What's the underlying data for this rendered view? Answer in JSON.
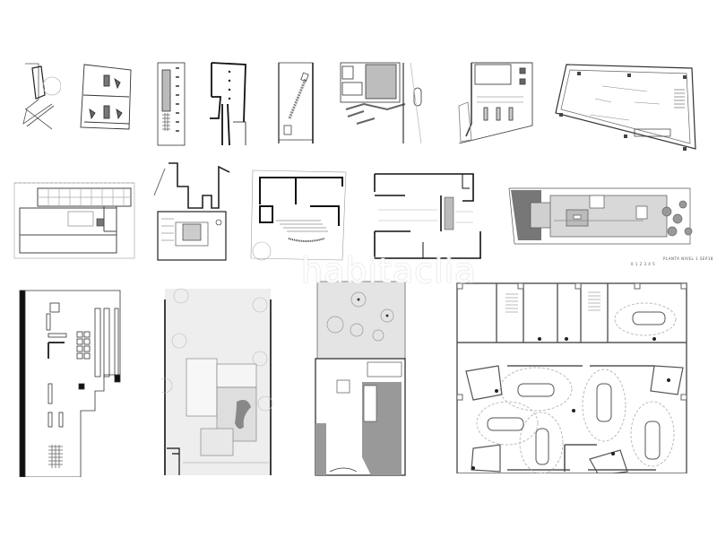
{
  "collage": {
    "title": "",
    "background": "#ffffff",
    "watermark": "habitaclia",
    "rows": [
      {
        "row": 1,
        "plans": [
          {
            "id": "p1",
            "kind": "triangular-lot"
          },
          {
            "id": "p2",
            "kind": "two-room-showroom"
          },
          {
            "id": "p3",
            "kind": "narrow-long-with-stairs"
          },
          {
            "id": "p4",
            "kind": "thick-wall-narrow-shop"
          },
          {
            "id": "p5",
            "kind": "long-gallery-diagonal-counter"
          },
          {
            "id": "p6",
            "kind": "shop-with-hatched-zones"
          },
          {
            "id": "p7",
            "kind": "corner-shop"
          },
          {
            "id": "p8",
            "kind": "trapezoid-showroom"
          }
        ]
      },
      {
        "row": 2,
        "plans": [
          {
            "id": "p9",
            "kind": "grid-office"
          },
          {
            "id": "p10",
            "kind": "irregular-house"
          },
          {
            "id": "p11",
            "kind": "site-plan-terraces"
          },
          {
            "id": "p12",
            "kind": "two-storey-house"
          },
          {
            "id": "p13",
            "kind": "residence-with-garden",
            "caption": "PLANTA NIVEL 1 SEP18",
            "scale_label": "0 1 2 3 4 5"
          }
        ]
      },
      {
        "row": 3,
        "plans": [
          {
            "id": "p14",
            "kind": "retail-store-l-shape"
          },
          {
            "id": "p15",
            "kind": "house-with-pool-garden"
          },
          {
            "id": "p16",
            "kind": "townhouse-with-garden"
          },
          {
            "id": "p17",
            "kind": "car-showroom",
            "cars": 6
          }
        ]
      }
    ]
  },
  "colors": {
    "line": "#222222",
    "light_line": "#9a9a9a",
    "fill_gray": "#cfcfcf",
    "dark_fill": "#8a8a8a"
  }
}
